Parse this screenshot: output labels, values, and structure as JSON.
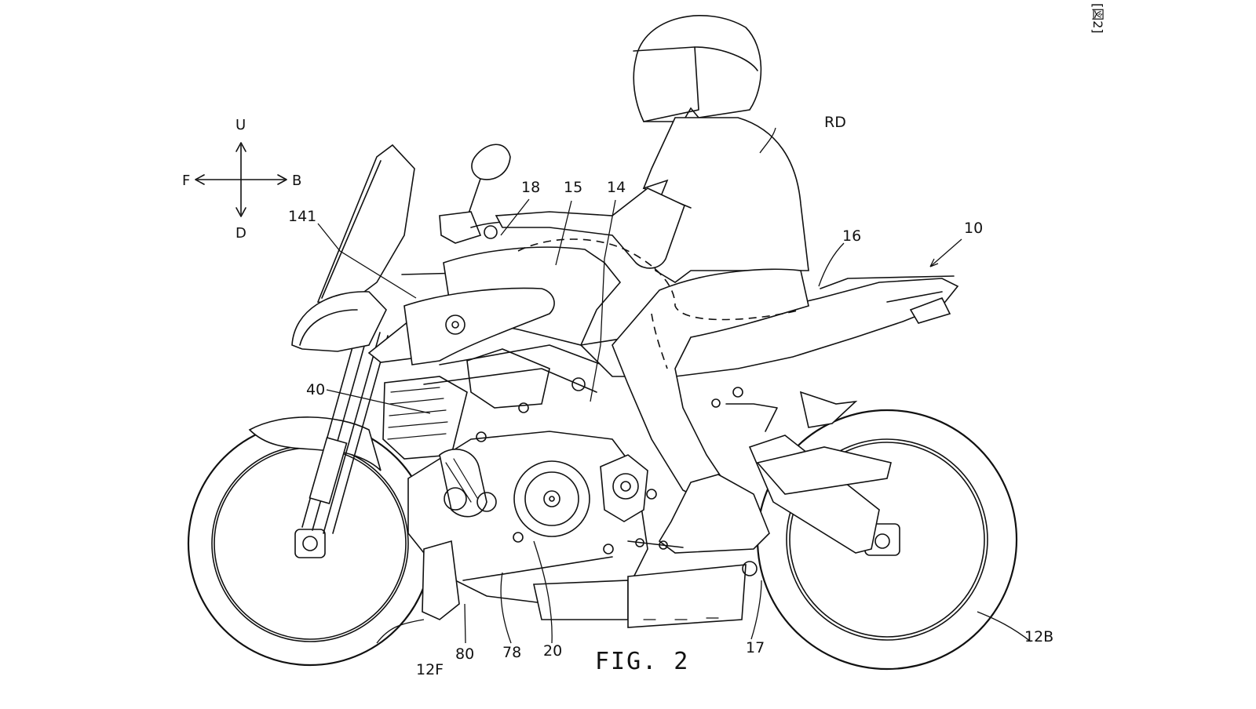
{
  "page_tag": "[図2]",
  "figure_caption": "FIG. 2",
  "direction_legend": {
    "up": "U",
    "down": "D",
    "front": "F",
    "back": "B"
  },
  "reference_labels": {
    "rider": "RD",
    "motorcycle": "10",
    "front_wheel": "12F",
    "rear_wheel": "12B",
    "frame": "14",
    "fuel_tank": "15",
    "seat": "16",
    "footrest": "17",
    "handlebar": "18",
    "engine": "20",
    "radiator": "40",
    "component_78": "78",
    "component_80": "80",
    "headlight_unit": "141"
  }
}
